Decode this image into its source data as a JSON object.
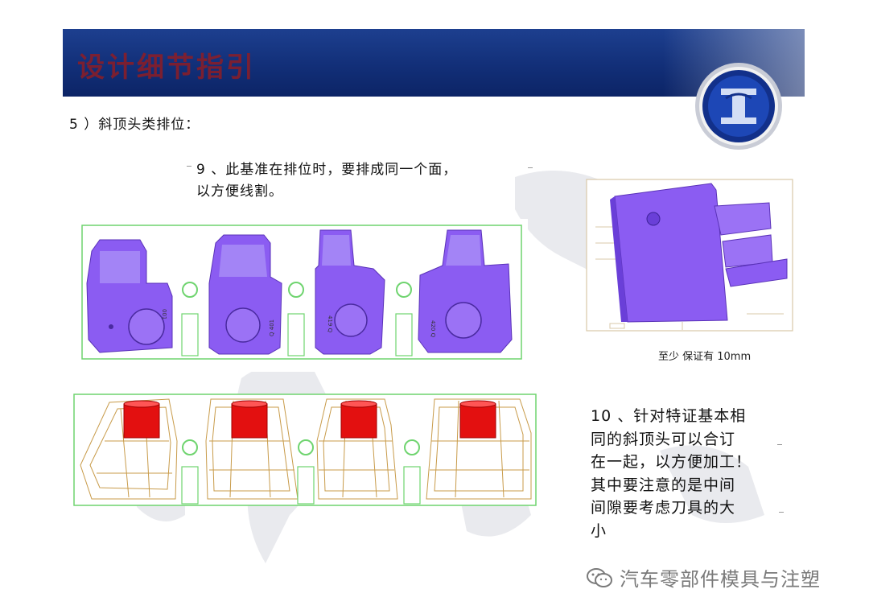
{
  "header": {
    "title": "设计细节指引"
  },
  "section": {
    "heading": "5 ）斜顶头类排位："
  },
  "note9": {
    "line1": "9 、此基准在排位时，要排成同一个面，",
    "line2": "以方便线割。"
  },
  "parts_top": [
    {
      "engraving": "001"
    },
    {
      "engraving": "Q 401"
    },
    {
      "engraving": "419 Q"
    },
    {
      "engraving": "420 Q"
    }
  ],
  "detail": {
    "label": "至少 保证有 10mm"
  },
  "note10": {
    "lines": [
      "10 、针对特证基本相",
      "同的斜顶头可以合订",
      "在一起，以方便加工！",
      "其中要注意的是中间",
      "间隙要考虑刀具的大",
      "小"
    ]
  },
  "watermark": {
    "text": "汽车零部件模具与注塑",
    "icon": "wechat-icon"
  },
  "colors": {
    "header": "#132f78",
    "title": "#8e1d25",
    "part": "#8a5af0",
    "core": "#e01010",
    "frame": "#6fd46f",
    "wire": "#c89b4a"
  }
}
